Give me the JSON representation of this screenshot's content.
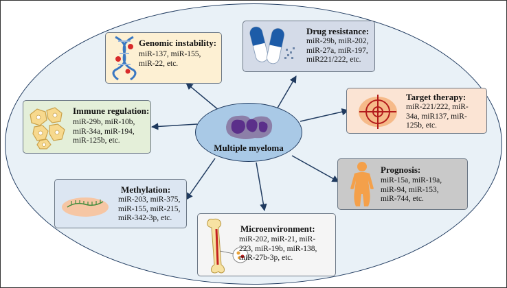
{
  "center": {
    "label": "Multiple myeloma"
  },
  "nodes": {
    "genomic": {
      "title": "Genomic instability:",
      "text": "miR-137, miR-155,\nmiR-22, etc.",
      "icon": "dna-icon",
      "color": "#fdf0d3"
    },
    "drug": {
      "title": "Drug resistance:",
      "text": "miR-29b, miR-202,\nmiR-27a, miR-197,\nmiR221/222, etc.",
      "icon": "capsule-pills-icon",
      "color": "#d4dbe8"
    },
    "immune": {
      "title": "Immune regulation:",
      "text": "miR-29b, miR-10b,\nmiR-34a, miR-194,\nmiR-125b, etc.",
      "icon": "cells-icon",
      "color": "#e4efd9"
    },
    "target": {
      "title": "Target therapy:",
      "text": "miR-221/222, miR-\n34a, miR137, miR-\n125b, etc.",
      "icon": "target-icon",
      "color": "#fbe4d4"
    },
    "prognosis": {
      "title": "Prognosis:",
      "text": "miR-15a, miR-19a,\nmiR-94, miR-153,\nmiR-744, etc.",
      "icon": "human-body-icon",
      "color": "#c9c9c9"
    },
    "methylation": {
      "title": "Methylation:",
      "text": "miR-203, miR-375,\nmiR-155, miR-215,\nmiR-342-3p, etc.",
      "icon": "dna-strand-icon",
      "color": "#dce6f2"
    },
    "micro": {
      "title": "Microenvironment:",
      "text": "miR-202, miR-21, miR-\n223, miR-19b, miR-138,\nmiR-27b-3p, etc.",
      "icon": "bone-icon",
      "color": "#f5f5f5"
    }
  }
}
